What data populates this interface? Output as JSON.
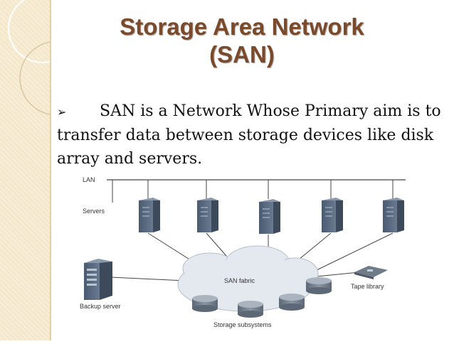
{
  "slide": {
    "title_line1": "Storage Area Network",
    "title_line2": "(SAN)",
    "bullet_marker": "➢",
    "bullet_text": "SAN is a Network Whose Primary aim is to transfer data between storage devices like disk array and servers."
  },
  "diagram": {
    "lan_label": "LAN",
    "servers_label": "Servers",
    "fabric_label": "SAN fabric",
    "backup_label": "Backup server",
    "tape_label": "Tape library",
    "storage_label": "Storage subsystems"
  },
  "colors": {
    "title": "#7a4a2a",
    "server": "#55657a",
    "cloud": "#e4e9ef",
    "disk": "#6f7b89"
  }
}
